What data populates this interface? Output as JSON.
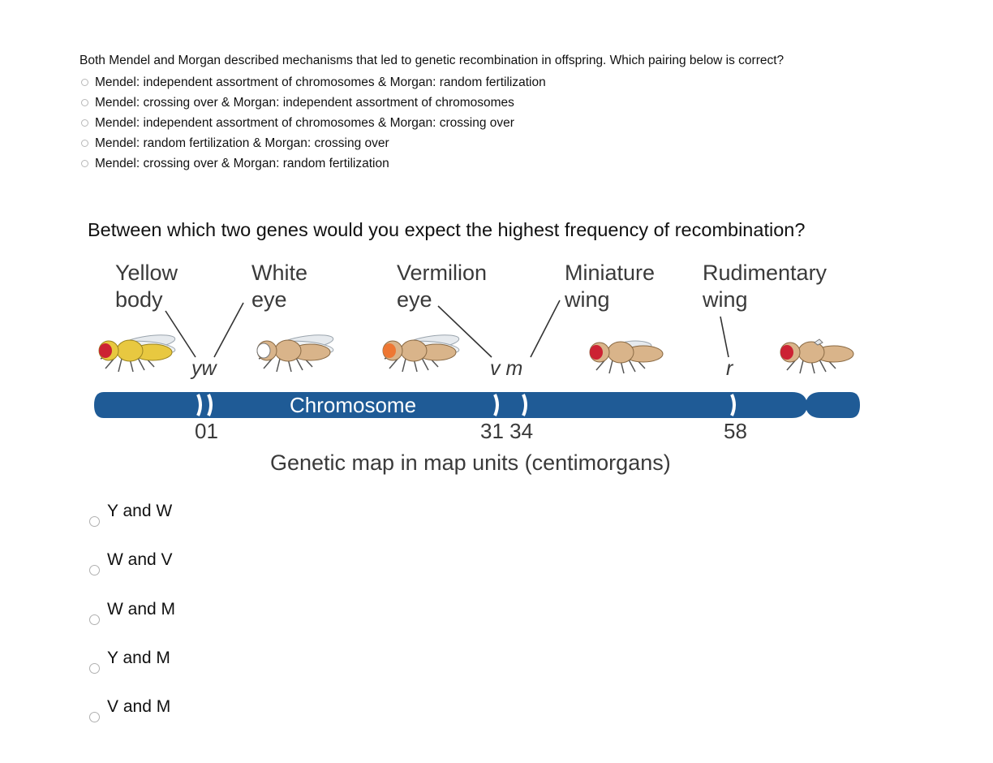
{
  "question1": {
    "text": "Both Mendel and Morgan described mechanisms that led to genetic recombination in offspring. Which pairing below is correct?",
    "options": [
      "Mendel: independent assortment of chromosomes & Morgan: random fertilization",
      "Mendel: crossing over & Morgan: independent assortment of chromosomes",
      "Mendel: independent assortment of chromosomes & Morgan: crossing over",
      "Mendel: random fertilization & Morgan: crossing over",
      "Mendel: crossing over & Morgan: random fertilization"
    ]
  },
  "question2": {
    "text": "Between which two genes would you expect the highest frequency of recombination?",
    "figure": {
      "genes": [
        {
          "name_line1": "Yellow",
          "name_line2": "body",
          "letter": "y",
          "position": "0"
        },
        {
          "name_line1": "White",
          "name_line2": "eye",
          "letter": "w",
          "position": "1"
        },
        {
          "name_line1": "Vermilion",
          "name_line2": "eye",
          "letter": "v",
          "position": "31"
        },
        {
          "name_line1": "Miniature",
          "name_line2": "wing",
          "letter": "m",
          "position": "34"
        },
        {
          "name_line1": "Rudimentary",
          "name_line2": "wing",
          "letter": "r",
          "position": "58"
        }
      ],
      "yw_letters": "yw",
      "vm_letters": "v m",
      "tick_01": "01",
      "tick_3134": "31 34",
      "tick_58": "58",
      "chromosome_label": "Chromosome",
      "caption": "Genetic map in map units (centimorgans)",
      "chromosome_color": "#1f5b96",
      "fly_colors": {
        "yellow_body": "#e8c840",
        "normal_body": "#d9b48a",
        "red_eye": "#cc2233",
        "white_eye": "#ffffff",
        "vermilion_eye": "#ee7733"
      }
    },
    "options": [
      "Y and W",
      "W and V",
      "W and M",
      "Y and M",
      "V and M"
    ]
  }
}
